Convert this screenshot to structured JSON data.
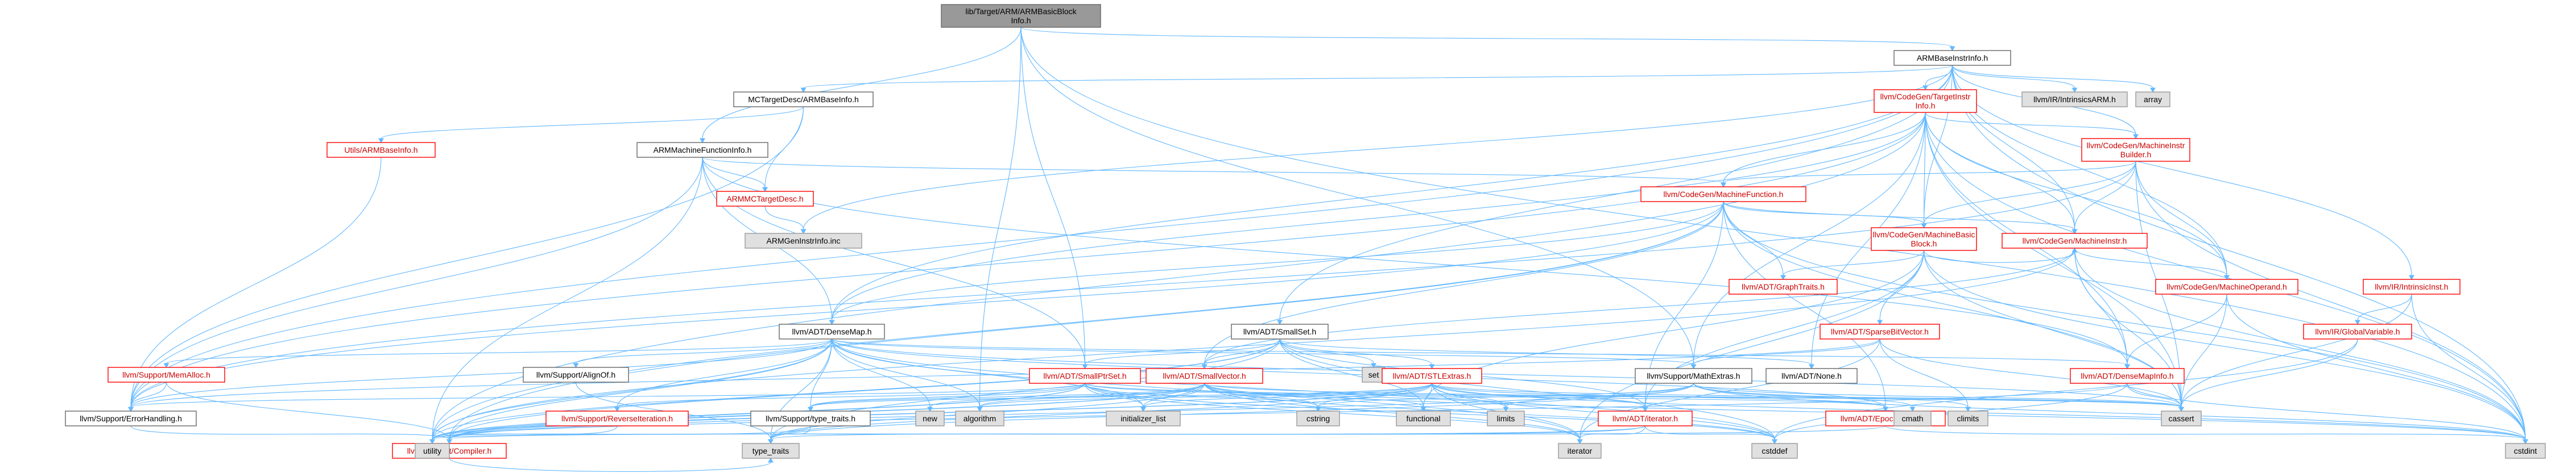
{
  "palette": {
    "edge": "#63b8ff",
    "edge_dark": "#404040",
    "root_fill": "#999999",
    "root_stroke": "#666666",
    "node_fill": "#ffffff",
    "plain_stroke": "#666666",
    "linked_stroke": "#ff0000",
    "ext_fill": "#e0e0e0",
    "ext_stroke": "#999999",
    "text": "#000000",
    "linked_text": "#cc0000"
  },
  "nodes": [
    {
      "id": "root",
      "kind": "root",
      "lines": [
        "lib/Target/ARM/ARMBasicBlock",
        "Info.h"
      ]
    },
    {
      "id": "armbase",
      "kind": "plain",
      "lines": [
        "ARMBaseInstrInfo.h"
      ]
    },
    {
      "id": "mcbase",
      "kind": "plain",
      "lines": [
        "MCTargetDesc/ARMBaseInfo.h"
      ]
    },
    {
      "id": "armmfi",
      "kind": "plain",
      "lines": [
        "ARMMachineFunctionInfo.h"
      ]
    },
    {
      "id": "utilsbase",
      "kind": "linked",
      "lines": [
        "Utils/ARMBaseInfo.h"
      ]
    },
    {
      "id": "armmctd",
      "kind": "linked",
      "lines": [
        "ARMMCTargetDesc.h"
      ]
    },
    {
      "id": "armgen",
      "kind": "ext",
      "lines": [
        "ARMGenInstrInfo.inc"
      ]
    },
    {
      "id": "tii",
      "kind": "linked",
      "lines": [
        "llvm/CodeGen/TargetInstr",
        "Info.h"
      ]
    },
    {
      "id": "intrarm",
      "kind": "ext",
      "lines": [
        "llvm/IR/IntrinsicsARM.h"
      ]
    },
    {
      "id": "array",
      "kind": "ext",
      "lines": [
        "array"
      ]
    },
    {
      "id": "mib",
      "kind": "linked",
      "lines": [
        "llvm/CodeGen/MachineInstr",
        "Builder.h"
      ]
    },
    {
      "id": "mf",
      "kind": "linked",
      "lines": [
        "llvm/CodeGen/MachineFunction.h"
      ]
    },
    {
      "id": "mbb",
      "kind": "linked",
      "lines": [
        "llvm/CodeGen/MachineBasic",
        "Block.h"
      ]
    },
    {
      "id": "mi",
      "kind": "linked",
      "lines": [
        "llvm/CodeGen/MachineInstr.h"
      ]
    },
    {
      "id": "graphtraits",
      "kind": "linked",
      "lines": [
        "llvm/ADT/GraphTraits.h"
      ]
    },
    {
      "id": "intrinsicinst",
      "kind": "linked",
      "lines": [
        "llvm/IR/IntrinsicInst.h"
      ]
    },
    {
      "id": "sparsebv",
      "kind": "linked",
      "lines": [
        "llvm/ADT/SparseBitVector.h"
      ]
    },
    {
      "id": "mo",
      "kind": "linked",
      "lines": [
        "llvm/CodeGen/MachineOperand.h"
      ]
    },
    {
      "id": "gv",
      "kind": "linked",
      "lines": [
        "llvm/IR/GlobalVariable.h"
      ]
    },
    {
      "id": "densemap",
      "kind": "plain",
      "lines": [
        "llvm/ADT/DenseMap.h"
      ]
    },
    {
      "id": "smallset",
      "kind": "plain",
      "lines": [
        "llvm/ADT/SmallSet.h"
      ]
    },
    {
      "id": "set",
      "kind": "ext",
      "lines": [
        "set"
      ]
    },
    {
      "id": "mathextras",
      "kind": "plain",
      "lines": [
        "llvm/Support/MathExtras.h"
      ]
    },
    {
      "id": "adtnone",
      "kind": "plain",
      "lines": [
        "llvm/ADT/None.h"
      ]
    },
    {
      "id": "densemapinfo",
      "kind": "linked",
      "lines": [
        "llvm/ADT/DenseMapInfo.h"
      ]
    },
    {
      "id": "memalloc",
      "kind": "linked",
      "lines": [
        "llvm/Support/MemAlloc.h"
      ]
    },
    {
      "id": "alignof",
      "kind": "plain",
      "lines": [
        "llvm/Support/AlignOf.h"
      ]
    },
    {
      "id": "smallptrset",
      "kind": "linked",
      "lines": [
        "llvm/ADT/SmallPtrSet.h"
      ]
    },
    {
      "id": "smallvector",
      "kind": "linked",
      "lines": [
        "llvm/ADT/SmallVector.h"
      ]
    },
    {
      "id": "stlextras",
      "kind": "linked",
      "lines": [
        "llvm/ADT/STLExtras.h"
      ]
    },
    {
      "id": "errorhandling",
      "kind": "plain",
      "lines": [
        "llvm/Support/ErrorHandling.h"
      ]
    },
    {
      "id": "reviter",
      "kind": "linked",
      "lines": [
        "llvm/Support/ReverseIteration.h"
      ]
    },
    {
      "id": "typetraits",
      "kind": "plain",
      "lines": [
        "llvm/Support/type_traits.h"
      ]
    },
    {
      "id": "compiler",
      "kind": "linked",
      "lines": [
        "llvm/Support/Compiler.h"
      ]
    },
    {
      "id": "adtiterator",
      "kind": "linked",
      "lines": [
        "llvm/ADT/iterator.h"
      ]
    },
    {
      "id": "epoch",
      "kind": "linked",
      "lines": [
        "llvm/ADT/EpochTracker.h"
      ]
    },
    {
      "id": "cmath",
      "kind": "ext",
      "lines": [
        "cmath"
      ]
    },
    {
      "id": "climits",
      "kind": "ext",
      "lines": [
        "climits"
      ]
    },
    {
      "id": "cassert",
      "kind": "ext",
      "lines": [
        "cassert"
      ]
    },
    {
      "id": "new",
      "kind": "ext",
      "lines": [
        "new"
      ]
    },
    {
      "id": "algorithm",
      "kind": "ext",
      "lines": [
        "algorithm"
      ]
    },
    {
      "id": "initlist",
      "kind": "ext",
      "lines": [
        "initializer_list"
      ]
    },
    {
      "id": "cstring",
      "kind": "ext",
      "lines": [
        "cstring"
      ]
    },
    {
      "id": "functional",
      "kind": "ext",
      "lines": [
        "functional"
      ]
    },
    {
      "id": "limits",
      "kind": "ext",
      "lines": [
        "limits"
      ]
    },
    {
      "id": "utility",
      "kind": "ext",
      "lines": [
        "utility"
      ]
    },
    {
      "id": "stdtypetraits",
      "kind": "ext",
      "lines": [
        "type_traits"
      ]
    },
    {
      "id": "iterator",
      "kind": "ext",
      "lines": [
        "iterator"
      ]
    },
    {
      "id": "cstddef",
      "kind": "ext",
      "lines": [
        "cstddef"
      ]
    },
    {
      "id": "cstdint",
      "kind": "ext",
      "lines": [
        "cstdint"
      ]
    }
  ],
  "edges": [
    [
      "root",
      "armbase"
    ],
    [
      "root",
      "armmfi"
    ],
    [
      "root",
      "algorithm"
    ],
    [
      "root",
      "cstdint"
    ],
    [
      "root",
      "smallptrset"
    ],
    [
      "root",
      "mathextras"
    ],
    [
      "armbase",
      "mcbase"
    ],
    [
      "armbase",
      "armgen"
    ],
    [
      "armbase",
      "tii"
    ],
    [
      "armbase",
      "intrarm"
    ],
    [
      "armbase",
      "array"
    ],
    [
      "armbase",
      "mib"
    ],
    [
      "armbase",
      "mbb"
    ],
    [
      "armbase",
      "mi"
    ],
    [
      "armbase",
      "mo"
    ],
    [
      "armbase",
      "intrinsicinst"
    ],
    [
      "armbase",
      "densemap"
    ],
    [
      "armbase",
      "smallset"
    ],
    [
      "armbase",
      "errorhandling"
    ],
    [
      "armbase",
      "cstdint"
    ],
    [
      "mcbase",
      "utilsbase"
    ],
    [
      "mcbase",
      "armmctd"
    ],
    [
      "mcbase",
      "errorhandling"
    ],
    [
      "utilsbase",
      "errorhandling"
    ],
    [
      "armmfi",
      "armmctd"
    ],
    [
      "armmfi",
      "mf"
    ],
    [
      "armmfi",
      "densemap"
    ],
    [
      "armmfi",
      "smallptrset"
    ],
    [
      "armmfi",
      "errorhandling"
    ],
    [
      "armmfi",
      "utility"
    ],
    [
      "armmfi",
      "densemapinfo"
    ],
    [
      "armmctd",
      "armgen"
    ],
    [
      "tii",
      "mf"
    ],
    [
      "tii",
      "mbb"
    ],
    [
      "tii",
      "mi"
    ],
    [
      "tii",
      "mo"
    ],
    [
      "tii",
      "mib"
    ],
    [
      "tii",
      "densemap"
    ],
    [
      "tii",
      "densemapinfo"
    ],
    [
      "tii",
      "adtnone"
    ],
    [
      "tii",
      "mathextras"
    ],
    [
      "tii",
      "errorhandling"
    ],
    [
      "tii",
      "utility"
    ],
    [
      "tii",
      "cassert"
    ],
    [
      "tii",
      "cstdint"
    ],
    [
      "mib",
      "mf"
    ],
    [
      "mib",
      "mbb"
    ],
    [
      "mib",
      "mi"
    ],
    [
      "mib",
      "mo"
    ],
    [
      "mib",
      "errorhandling"
    ],
    [
      "mib",
      "cassert"
    ],
    [
      "mib",
      "cstdint"
    ],
    [
      "mf",
      "mbb"
    ],
    [
      "mf",
      "mi"
    ],
    [
      "mf",
      "graphtraits"
    ],
    [
      "mf",
      "smallvector"
    ],
    [
      "mf",
      "densemap"
    ],
    [
      "mf",
      "errorhandling"
    ],
    [
      "mf",
      "compiler"
    ],
    [
      "mf",
      "adtiterator"
    ],
    [
      "mf",
      "cassert"
    ],
    [
      "mf",
      "cstdint"
    ],
    [
      "mf",
      "utility"
    ],
    [
      "mf",
      "epoch"
    ],
    [
      "mbb",
      "mi"
    ],
    [
      "mbb",
      "graphtraits"
    ],
    [
      "mbb",
      "sparsebv"
    ],
    [
      "mbb",
      "adtiterator"
    ],
    [
      "mbb",
      "cassert"
    ],
    [
      "mbb",
      "cstdint"
    ],
    [
      "mbb",
      "functional"
    ],
    [
      "mbb",
      "iterator"
    ],
    [
      "mi",
      "mo"
    ],
    [
      "mi",
      "densemapinfo"
    ],
    [
      "mi",
      "smallvector"
    ],
    [
      "mi",
      "cassert"
    ],
    [
      "mi",
      "cstdint"
    ],
    [
      "mi",
      "utility"
    ],
    [
      "intrinsicinst",
      "gv"
    ],
    [
      "intrinsicinst",
      "cstdint"
    ],
    [
      "intrinsicinst",
      "cassert"
    ],
    [
      "gv",
      "cassert"
    ],
    [
      "gv",
      "cstddef"
    ],
    [
      "sparsebv",
      "mathextras"
    ],
    [
      "sparsebv",
      "errorhandling"
    ],
    [
      "sparsebv",
      "cassert"
    ],
    [
      "sparsebv",
      "climits"
    ],
    [
      "sparsebv",
      "iterator"
    ],
    [
      "mo",
      "densemapinfo"
    ],
    [
      "mo",
      "cassert"
    ],
    [
      "mo",
      "cstdint"
    ],
    [
      "densemap",
      "densemapinfo"
    ],
    [
      "densemap",
      "epoch"
    ],
    [
      "densemap",
      "alignof"
    ],
    [
      "densemap",
      "compiler"
    ],
    [
      "densemap",
      "mathextras"
    ],
    [
      "densemap",
      "memalloc"
    ],
    [
      "densemap",
      "reviter"
    ],
    [
      "densemap",
      "typetraits"
    ],
    [
      "densemap",
      "algorithm"
    ],
    [
      "densemap",
      "cassert"
    ],
    [
      "densemap",
      "cstddef"
    ],
    [
      "densemap",
      "initlist"
    ],
    [
      "densemap",
      "iterator"
    ],
    [
      "densemap",
      "new"
    ],
    [
      "densemap",
      "stdtypetraits"
    ],
    [
      "densemap",
      "utility"
    ],
    [
      "densemap",
      "errorhandling"
    ],
    [
      "smallset",
      "adtnone"
    ],
    [
      "smallset",
      "smallptrset"
    ],
    [
      "smallset",
      "smallvector"
    ],
    [
      "smallset",
      "stlextras"
    ],
    [
      "smallset",
      "compiler"
    ],
    [
      "smallset",
      "stdtypetraits"
    ],
    [
      "smallset",
      "cstddef"
    ],
    [
      "smallset",
      "functional"
    ],
    [
      "smallset",
      "set"
    ],
    [
      "smallset",
      "utility"
    ],
    [
      "smallset",
      "adtiterator"
    ],
    [
      "mathextras",
      "compiler"
    ],
    [
      "mathextras",
      "cassert"
    ],
    [
      "mathextras",
      "climits"
    ],
    [
      "mathextras",
      "cmath"
    ],
    [
      "mathextras",
      "cstdint"
    ],
    [
      "mathextras",
      "cstring"
    ],
    [
      "mathextras",
      "limits"
    ],
    [
      "mathextras",
      "stdtypetraits"
    ],
    [
      "densemapinfo",
      "cassert"
    ],
    [
      "densemapinfo",
      "cstddef"
    ],
    [
      "densemapinfo",
      "cstdint"
    ],
    [
      "densemapinfo",
      "utility"
    ],
    [
      "memalloc",
      "compiler"
    ],
    [
      "memalloc",
      "errorhandling"
    ],
    [
      "alignof",
      "stdtypetraits"
    ],
    [
      "smallptrset",
      "epoch"
    ],
    [
      "smallptrset",
      "compiler"
    ],
    [
      "smallptrset",
      "reviter"
    ],
    [
      "smallptrset",
      "typetraits"
    ],
    [
      "smallptrset",
      "cassert"
    ],
    [
      "smallptrset",
      "cstddef"
    ],
    [
      "smallptrset",
      "cstdlib_placeholder"
    ],
    [
      "smallptrset",
      "cstring"
    ],
    [
      "smallptrset",
      "initlist"
    ],
    [
      "smallptrset",
      "iterator"
    ],
    [
      "smallptrset",
      "utility"
    ],
    [
      "smallptrset",
      "errorhandling"
    ],
    [
      "smallvector",
      "compiler"
    ],
    [
      "smallvector",
      "typetraits"
    ],
    [
      "smallvector",
      "algorithm"
    ],
    [
      "smallvector",
      "cassert"
    ],
    [
      "smallvector",
      "cstddef"
    ],
    [
      "smallvector",
      "cstdint"
    ],
    [
      "smallvector",
      "cstring"
    ],
    [
      "smallvector",
      "functional"
    ],
    [
      "smallvector",
      "initlist"
    ],
    [
      "smallvector",
      "iterator"
    ],
    [
      "smallvector",
      "limits"
    ],
    [
      "smallvector",
      "new"
    ],
    [
      "smallvector",
      "stdtypetraits"
    ],
    [
      "smallvector",
      "utility"
    ],
    [
      "stlextras",
      "adtiterator"
    ],
    [
      "stlextras",
      "epoch"
    ],
    [
      "stlextras",
      "compiler"
    ],
    [
      "stlextras",
      "algorithm"
    ],
    [
      "stlextras",
      "cassert"
    ],
    [
      "stlextras",
      "cstddef"
    ],
    [
      "stlextras",
      "cstdint"
    ],
    [
      "stlextras",
      "cstring"
    ],
    [
      "stlextras",
      "functional"
    ],
    [
      "stlextras",
      "initlist"
    ],
    [
      "stlextras",
      "iterator"
    ],
    [
      "stlextras",
      "limits"
    ],
    [
      "stlextras",
      "stdtypetraits"
    ],
    [
      "stlextras",
      "utility"
    ],
    [
      "stlextras",
      "typetraits"
    ],
    [
      "errorhandling",
      "compiler"
    ],
    [
      "reviter",
      "compiler"
    ],
    [
      "typetraits",
      "utility"
    ],
    [
      "typetraits",
      "stdtypetraits"
    ],
    [
      "adtiterator",
      "cstddef"
    ],
    [
      "adtiterator",
      "iterator"
    ],
    [
      "adtiterator",
      "stdtypetraits"
    ],
    [
      "adtiterator",
      "utility"
    ],
    [
      "epoch",
      "compiler"
    ],
    [
      "epoch",
      "cstdint"
    ],
    [
      "compiler",
      "stdtypetraits"
    ]
  ]
}
